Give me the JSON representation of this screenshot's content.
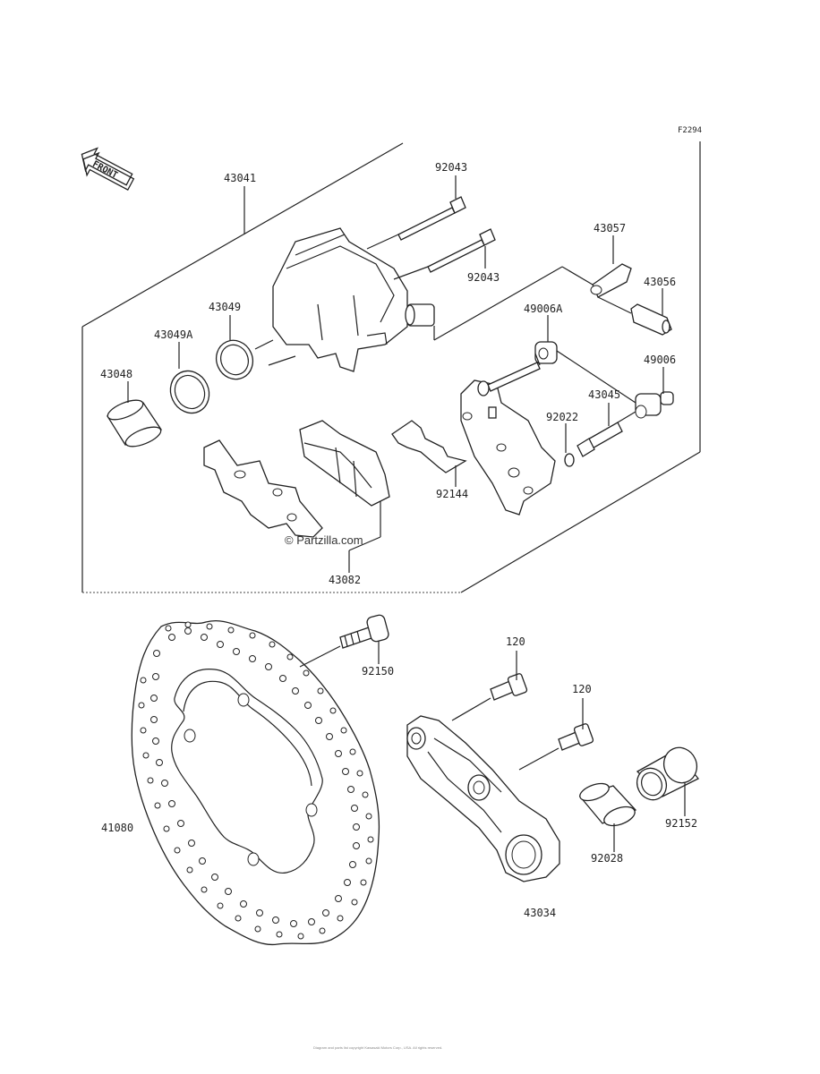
{
  "diagram_code": "F2294",
  "front_label": "FRONT",
  "watermark": "© Partzilla.com",
  "footer": "Diagram and parts list copyright Kawasaki Motors Corp., USA. All rights reserved.",
  "labels": {
    "p43041": "43041",
    "p92043a": "92043",
    "p92043b": "92043",
    "p43057": "43057",
    "p43056": "43056",
    "p43049": "43049",
    "p43049a": "43049A",
    "p43048": "43048",
    "p49006a": "49006A",
    "p49006": "49006",
    "p43045": "43045",
    "p92022": "92022",
    "p92144": "92144",
    "p43082": "43082",
    "p92150": "92150",
    "p120a": "120",
    "p120b": "120",
    "p41080": "41080",
    "p92152": "92152",
    "p92028": "92028",
    "p43034": "43034"
  }
}
